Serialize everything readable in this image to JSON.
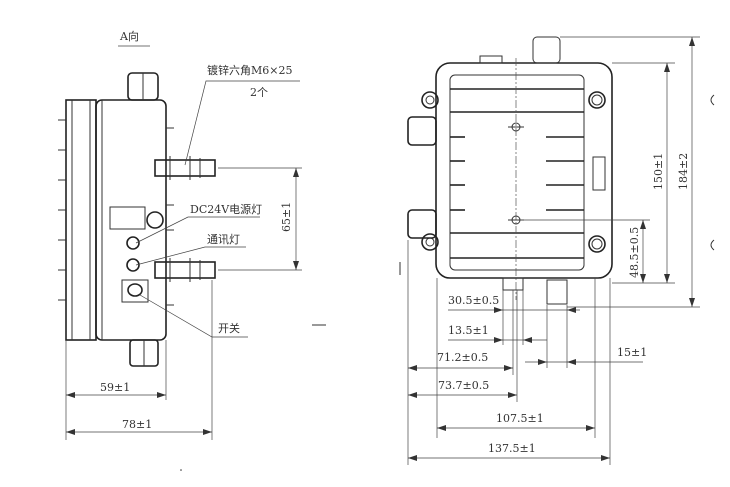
{
  "left_view": {
    "title": "A向",
    "bolt_label": "镀锌六角M6×25",
    "bolt_qty": "2个",
    "power_led_label": "DC24V电源灯",
    "comm_led_label": "通讯灯",
    "switch_label": "开关",
    "dim_bolt_spacing": "65±1",
    "dim_depth_body": "59±1",
    "dim_depth_total": "78±1"
  },
  "front_view": {
    "dim_height_body": "150±1",
    "dim_height_total": "184±2",
    "dim_hole_height": "48.5±0.5",
    "dim_gland1_width": "30.5±0.5",
    "dim_gland1_offset": "13.5±1",
    "dim_gland2_width": "15±1",
    "dim_gland1_pos": "71.2±0.5",
    "dim_gland1_pos2": "73.7±0.5",
    "dim_width_body": "107.5±1",
    "dim_width_total": "137.5±1"
  }
}
